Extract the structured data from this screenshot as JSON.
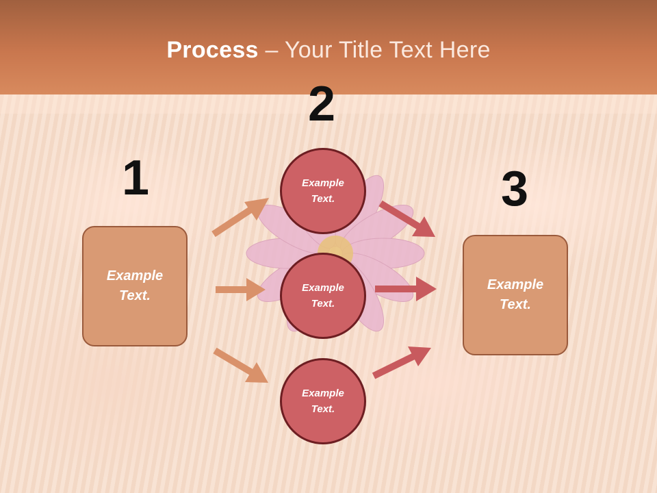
{
  "slide": {
    "title_bold": "Process",
    "title_rest": " – Your Title Text Here",
    "numbers": [
      "1",
      "2",
      "3"
    ],
    "left_box": "Example\nText.",
    "right_box": "Example\nText.",
    "circles": [
      "Example\nText.",
      "Example\nText.",
      "Example\nText."
    ]
  },
  "colors": {
    "header": "#c9774e",
    "box_fill": "#d99a74",
    "circle_fill": "#cd6165",
    "left_arrows": "#d9916a",
    "right_arrows": "#c85a5e"
  }
}
